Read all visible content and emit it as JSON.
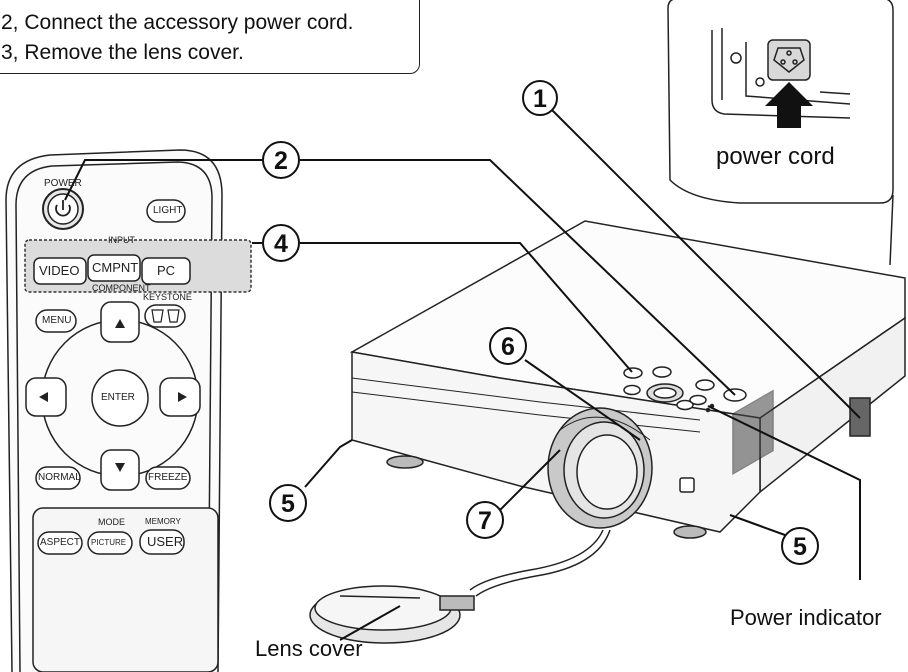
{
  "instructions": {
    "steps": [
      "2, Connect the accessory power cord.",
      "3, Remove the lens cover."
    ]
  },
  "callouts": {
    "c1": "1",
    "c2": "2",
    "c4": "4",
    "c5a": "5",
    "c5b": "5",
    "c6": "6",
    "c7": "7"
  },
  "labels": {
    "power_cord": "power cord",
    "lens_cover": "Lens cover",
    "power_indicator": "Power indicator"
  },
  "remote": {
    "power": "POWER",
    "light": "LIGHT",
    "input": "INPUT",
    "video": "VIDEO",
    "cmpnt": "CMPNT",
    "pc": "PC",
    "component": "COMPONENT",
    "keystone": "KEYSTONE",
    "menu": "MENU",
    "enter": "ENTER",
    "normal": "NORMAL",
    "freeze": "FREEZE",
    "mode": "MODE",
    "memory": "MEMORY",
    "aspect": "ASPECT",
    "picture": "PICTURE",
    "user": "USER"
  }
}
